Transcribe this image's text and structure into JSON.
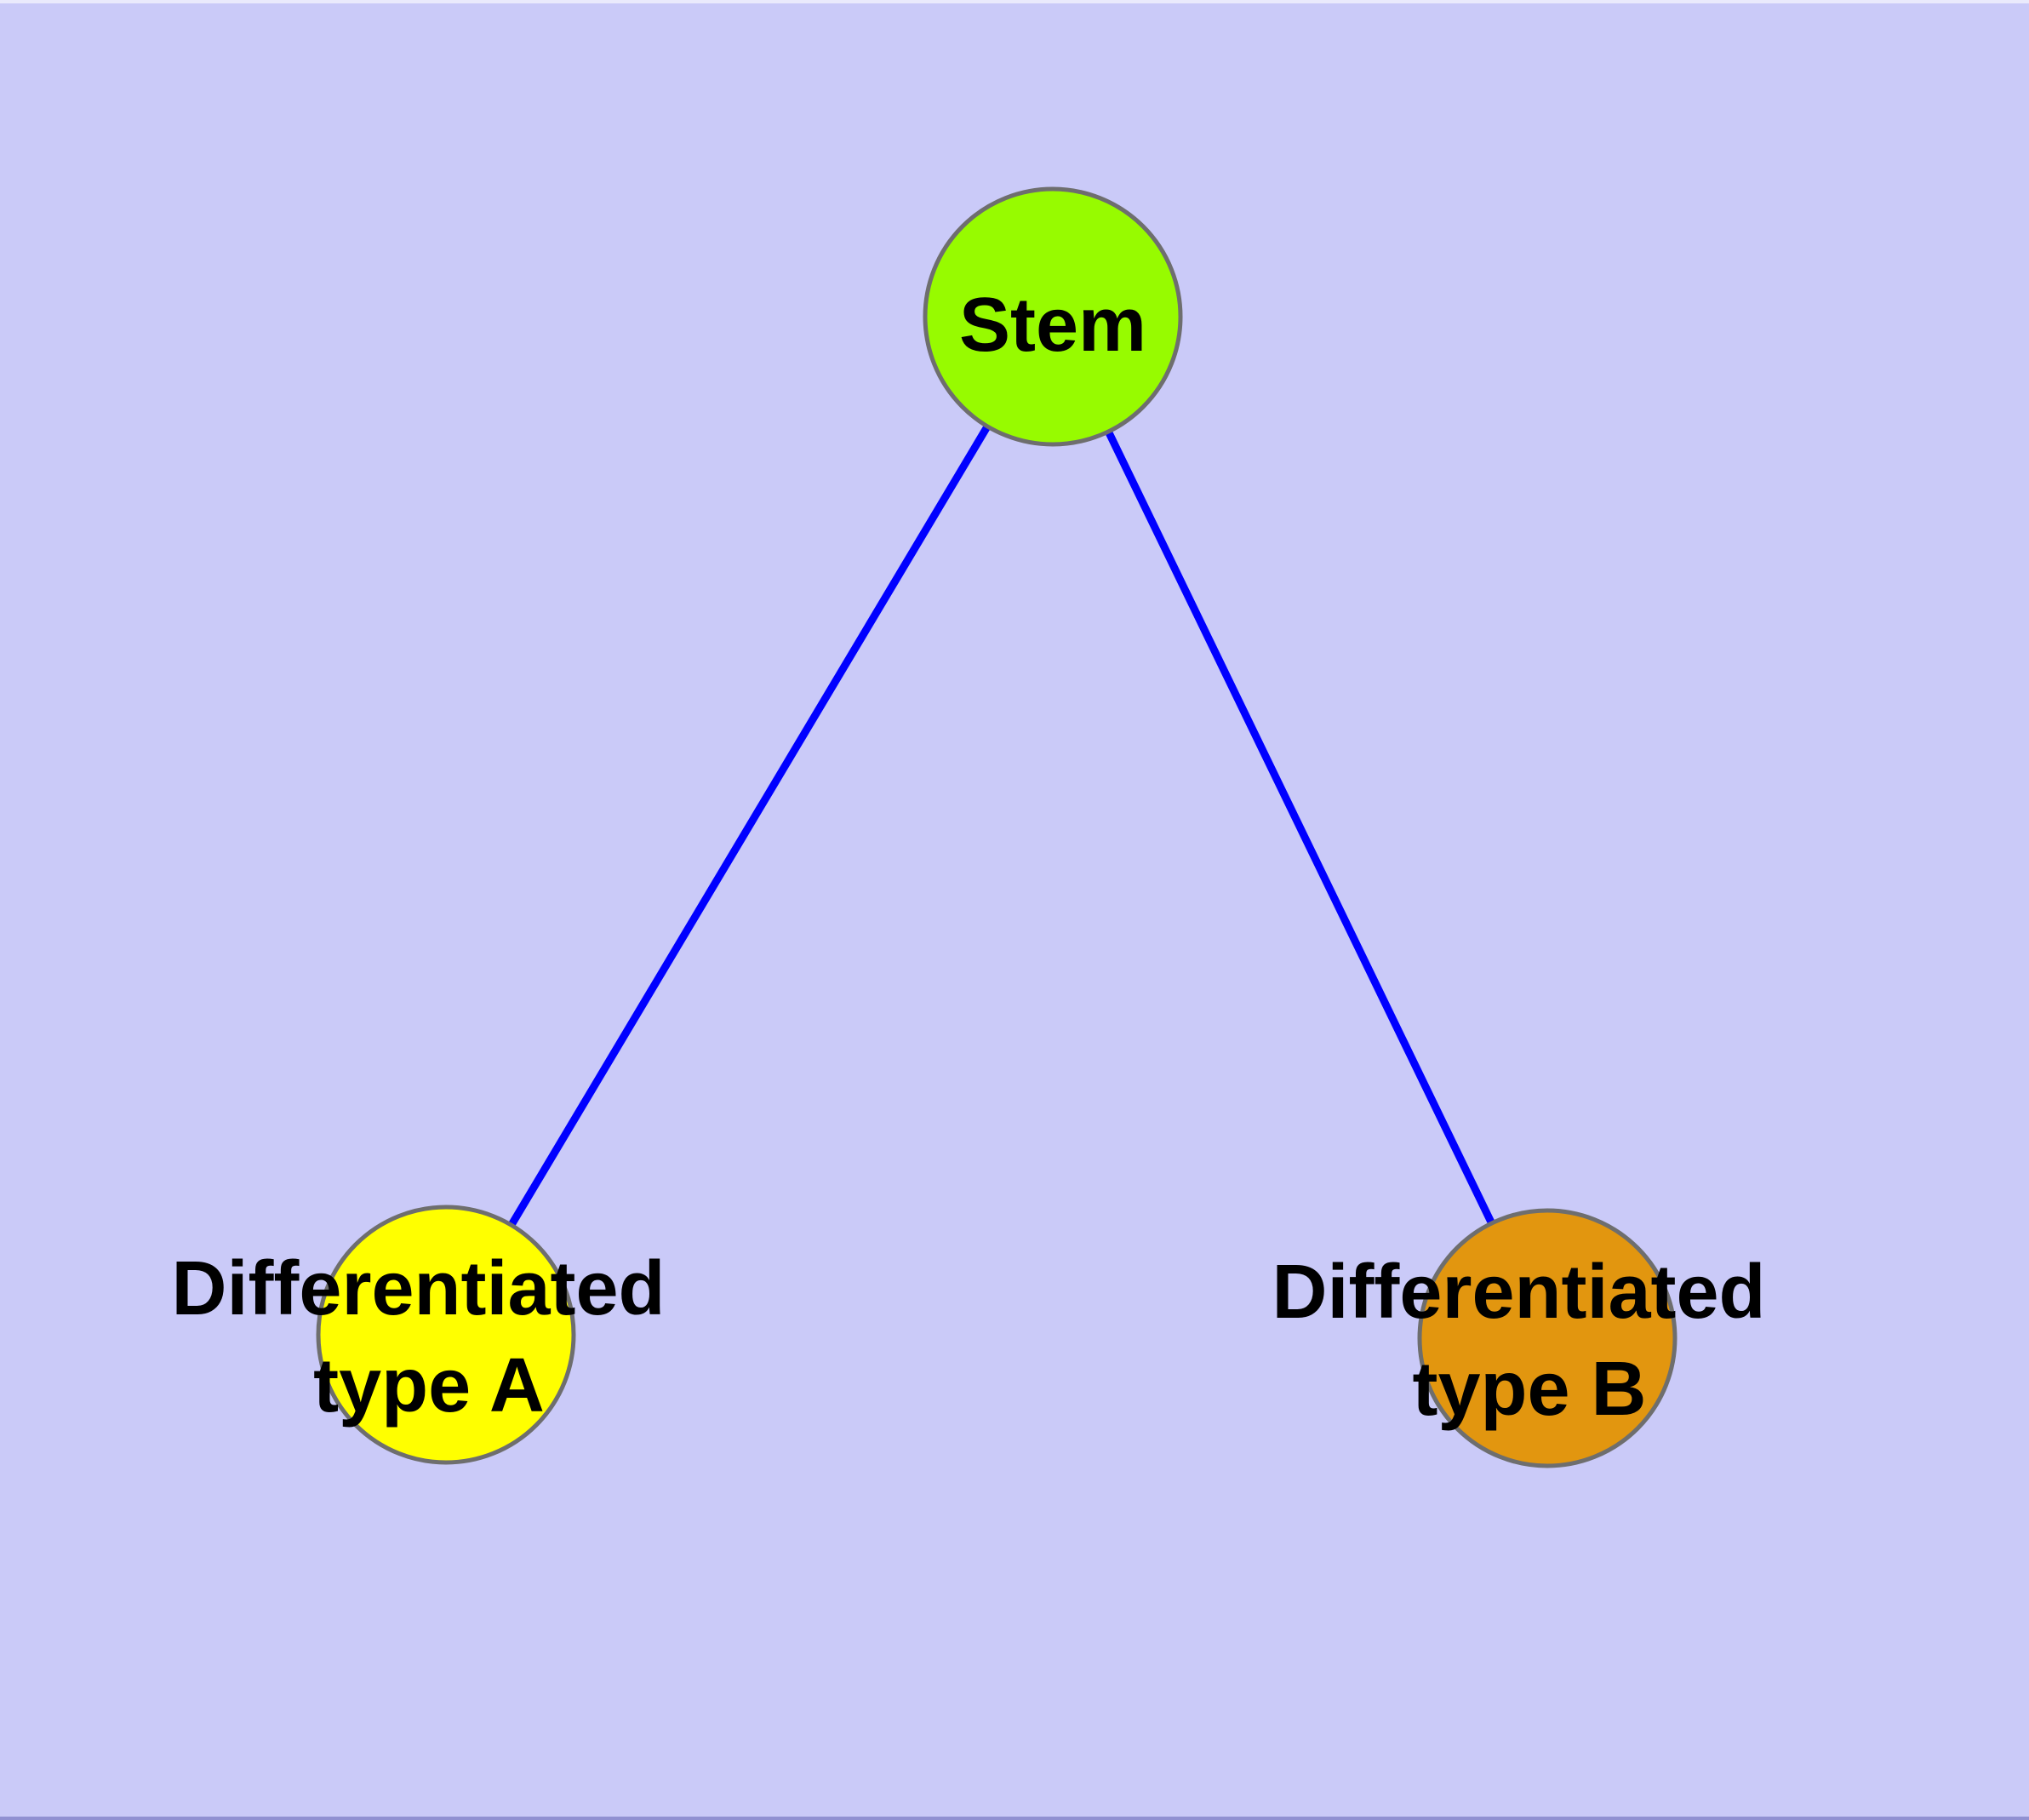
{
  "diagram": {
    "background_color": "#CACAF8",
    "window_edge_top_color": "#EAEAFC",
    "window_edge_bottom_color": "#9191D2",
    "edge_color": "#0000FF",
    "node_border_color": "#6E6E6E",
    "label_color": "#000000",
    "nodes": [
      {
        "id": "stem",
        "label": "Stem",
        "color": "#97FB00"
      },
      {
        "id": "differentiated-type-a",
        "label_line1": "Differentiated",
        "label_line2": "type A",
        "color": "#FFFF00"
      },
      {
        "id": "differentiated-type-b",
        "label_line1": "Differentiated",
        "label_line2": "type B",
        "color": "#E2960F"
      }
    ],
    "edges": [
      {
        "from": "Stem",
        "to": "Differentiated type A"
      },
      {
        "from": "Stem",
        "to": "Differentiated type B"
      }
    ]
  }
}
